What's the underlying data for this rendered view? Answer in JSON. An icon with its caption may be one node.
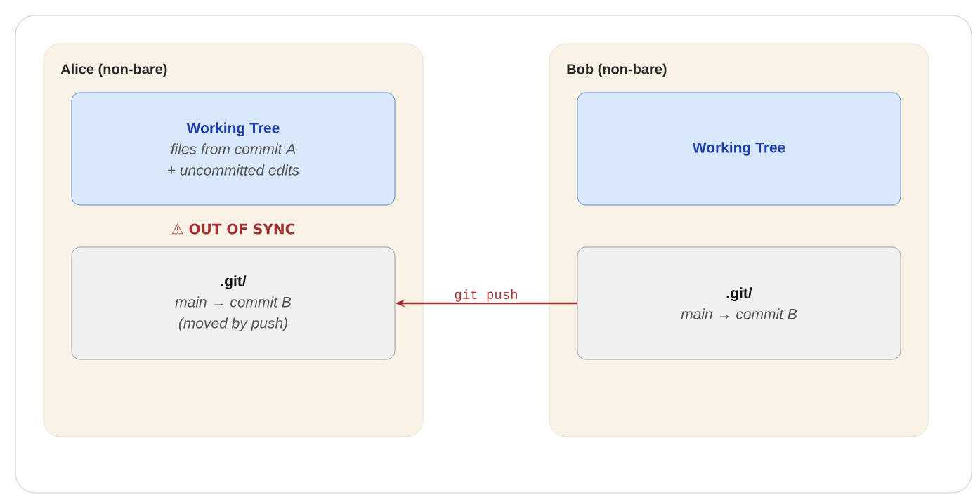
{
  "diagram": {
    "nodes": [
      {
        "text": [
          "Alice (non-bare)"
        ]
      },
      {
        "text": [
          "Working Tree",
          "files from commit A",
          "+ uncommitted edits"
        ],
        "in": 0
      },
      {
        "text": [
          ".git/",
          "main → commit B",
          "(moved by push)"
        ],
        "in": 0
      },
      {
        "text": [
          "Bob (non-bare)"
        ]
      },
      {
        "text": [
          "Working Tree"
        ],
        "in": 3
      },
      {
        "text": [
          ".git/",
          "main → commit B"
        ],
        "in": 3
      }
    ],
    "edges": [
      {
        "from": 5,
        "to": 2,
        "arrow": "to",
        "label": "git push",
        "color": "#a33030"
      }
    ],
    "labels": [
      "⚠ OUT OF SYNC"
    ]
  }
}
